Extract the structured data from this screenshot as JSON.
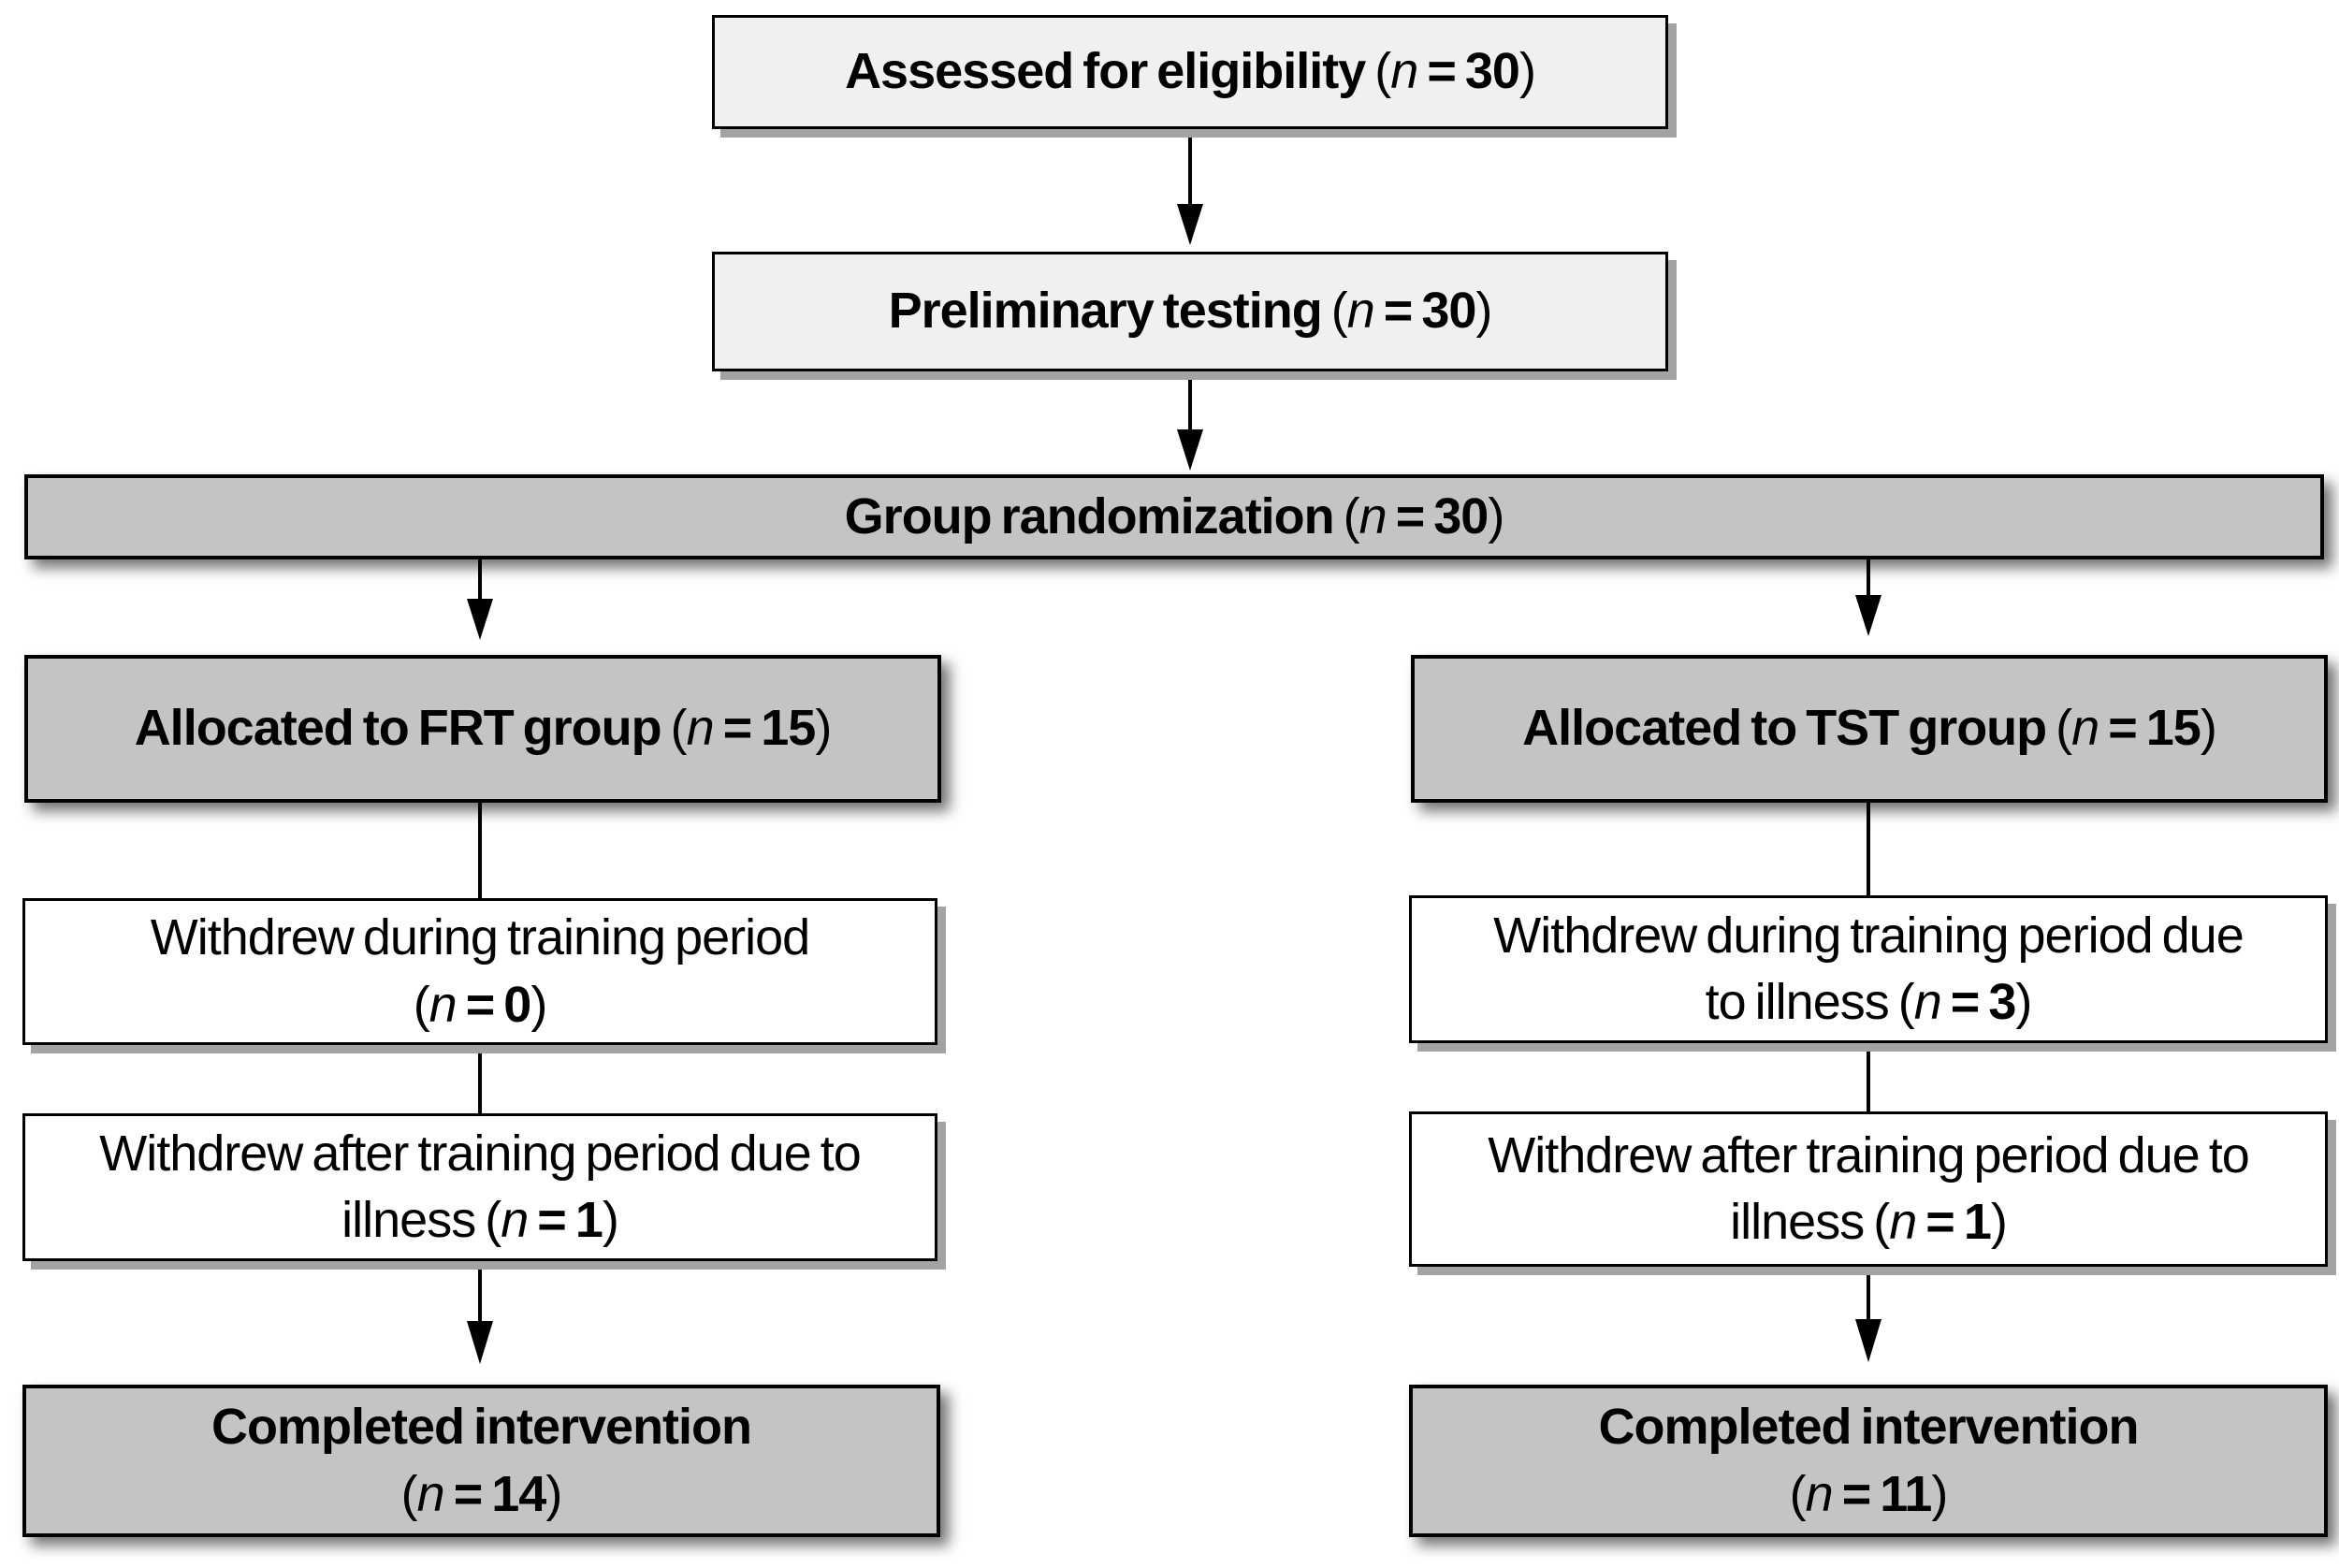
{
  "figure": {
    "type": "flow-diagram",
    "description": "Participant flow through eligibility, preliminary testing, randomization, allocation, withdrawals and completion for FRT and TST groups"
  },
  "colors": {
    "light_box_fill": "#f0f0f0",
    "gray_box_fill": "#c4c4c4",
    "white_box_fill": "#ffffff",
    "border": "#000000",
    "solid_shadow": "#a3a3a3",
    "text": "#000000"
  },
  "symbols": {
    "n_open": " (",
    "n": "n",
    "equals": " = ",
    "close_paren": ")"
  },
  "boxes": [
    {
      "id": "assessed-eligibility",
      "text": "Assessed for eligibility",
      "n_value": "30"
    },
    {
      "id": "preliminary-testing",
      "text": "Preliminary testing",
      "n_value": "30"
    },
    {
      "id": "group-randomization",
      "text": "Group randomization",
      "n_value": "30"
    },
    {
      "id": "allocated-frt",
      "text": "Allocated to FRT group",
      "n_value": "15"
    },
    {
      "id": "allocated-tst",
      "text": "Allocated to TST group",
      "n_value": "15"
    },
    {
      "id": "frt-withdrew-during",
      "line1": "Withdrew during training period",
      "line2_pre": "",
      "n_value": "0"
    },
    {
      "id": "tst-withdrew-during",
      "line1": "Withdrew during training period due",
      "line2_pre": "to illness",
      "n_value": "3"
    },
    {
      "id": "frt-withdrew-after",
      "line1": "Withdrew after training period due to",
      "line2_pre": "illness",
      "n_value": "1"
    },
    {
      "id": "tst-withdrew-after",
      "line1": "Withdrew after training period due to",
      "line2_pre": "illness",
      "n_value": "1"
    },
    {
      "id": "frt-completed",
      "line1": "Completed intervention",
      "line2_pre": "",
      "n_value": "14"
    },
    {
      "id": "tst-completed",
      "line1": "Completed intervention",
      "line2_pre": "",
      "n_value": "11"
    }
  ],
  "edges": [
    {
      "from": "assessed-eligibility",
      "to": "preliminary-testing",
      "arrowhead": true
    },
    {
      "from": "preliminary-testing",
      "to": "group-randomization",
      "arrowhead": true
    },
    {
      "from": "group-randomization",
      "to": "allocated-frt",
      "arrowhead": true
    },
    {
      "from": "group-randomization",
      "to": "allocated-tst",
      "arrowhead": true
    },
    {
      "from": "allocated-frt",
      "to": "frt-withdrew-during",
      "arrowhead": false
    },
    {
      "from": "allocated-tst",
      "to": "tst-withdrew-during",
      "arrowhead": false
    },
    {
      "from": "frt-withdrew-during",
      "to": "frt-withdrew-after",
      "arrowhead": false
    },
    {
      "from": "tst-withdrew-during",
      "to": "tst-withdrew-after",
      "arrowhead": false
    },
    {
      "from": "frt-withdrew-after",
      "to": "frt-completed",
      "arrowhead": true
    },
    {
      "from": "tst-withdrew-after",
      "to": "tst-completed",
      "arrowhead": true
    }
  ]
}
